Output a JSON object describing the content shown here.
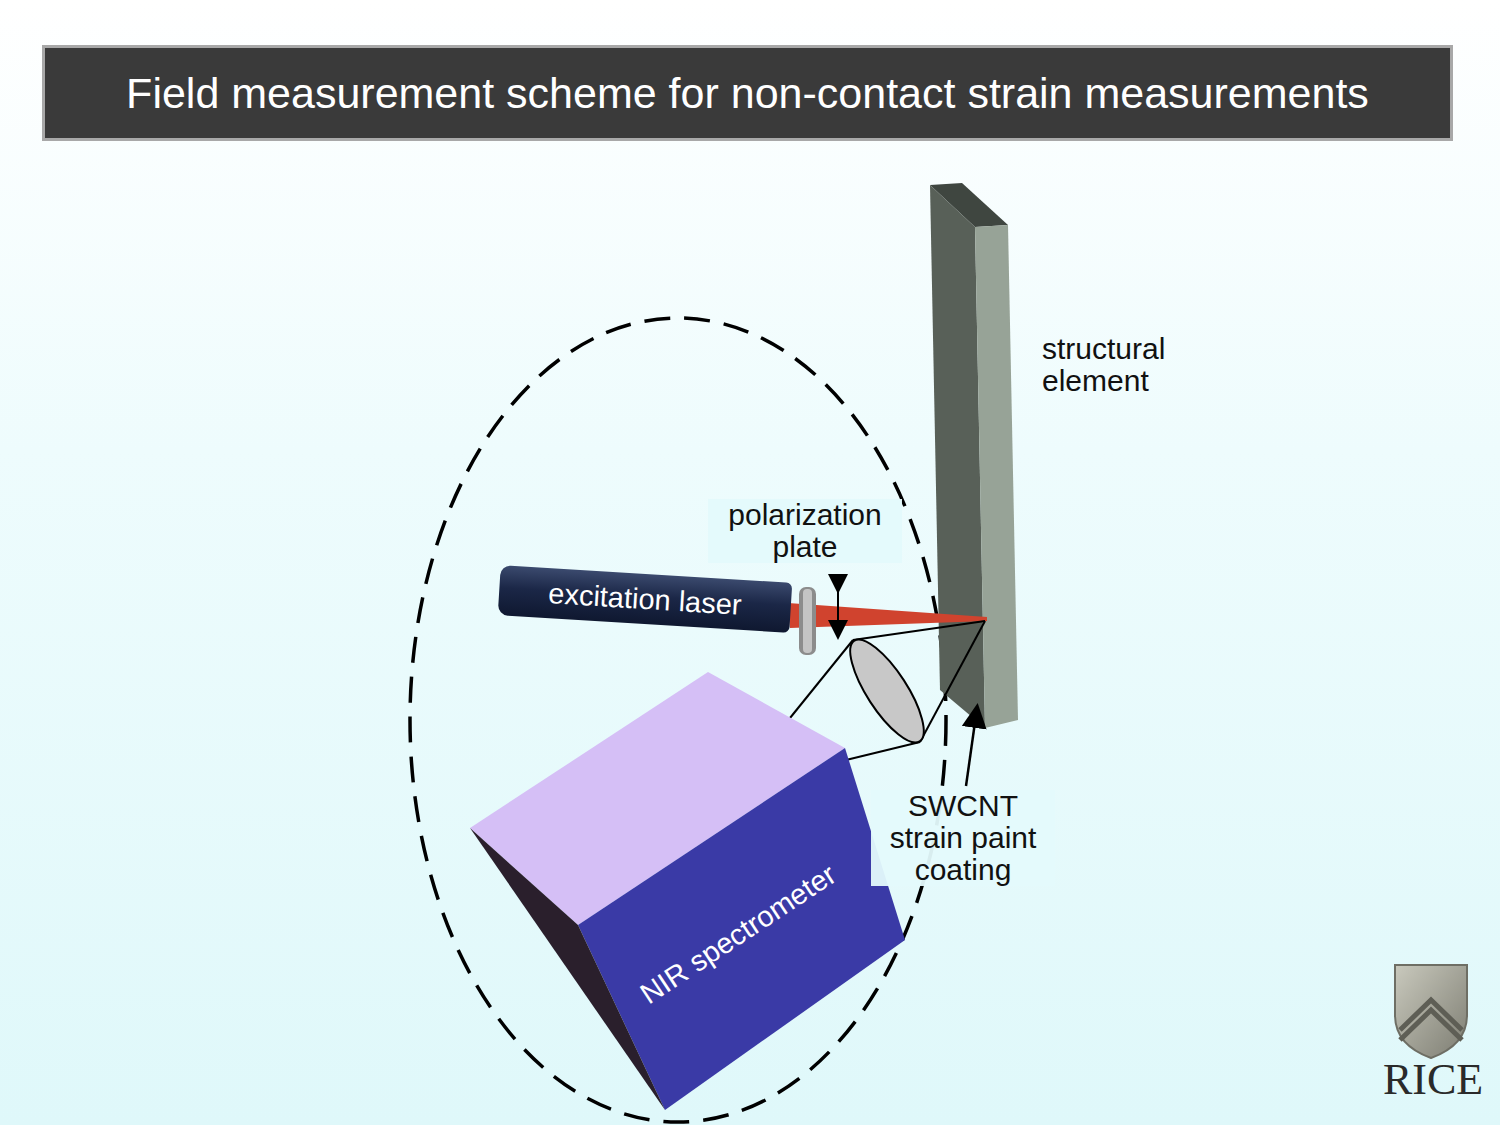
{
  "diagram": {
    "title": "Field measurement scheme for non-contact strain measurements",
    "nodes": [
      {
        "text": [
          "excitation laser"
        ]
      },
      {
        "text": [
          "NIR spectrometer"
        ]
      }
    ],
    "labels": [
      "structural element",
      "polarization plate",
      "SWCNT strain paint coating",
      "RICE"
    ]
  }
}
